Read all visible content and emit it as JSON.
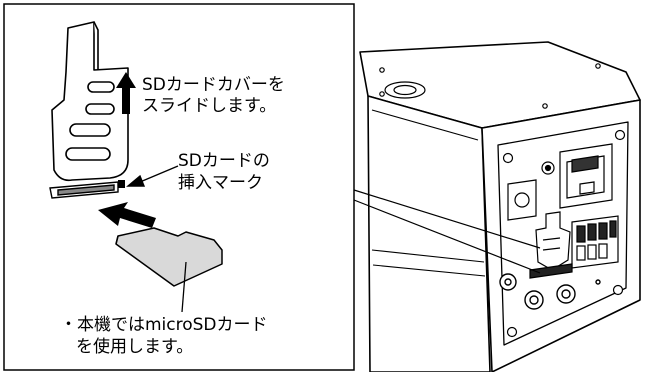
{
  "labels": {
    "slide_cover_line1": "SDカードカバーを",
    "slide_cover_line2": "スライドします。",
    "insert_mark_line1": "SDカードの",
    "insert_mark_line2": "挿入マーク",
    "note_line1": "・本機ではmicroSDカード",
    "note_line2": "を使用します。"
  },
  "colors": {
    "line": "#000000",
    "card": "#d9d9d9",
    "background": "#ffffff"
  }
}
